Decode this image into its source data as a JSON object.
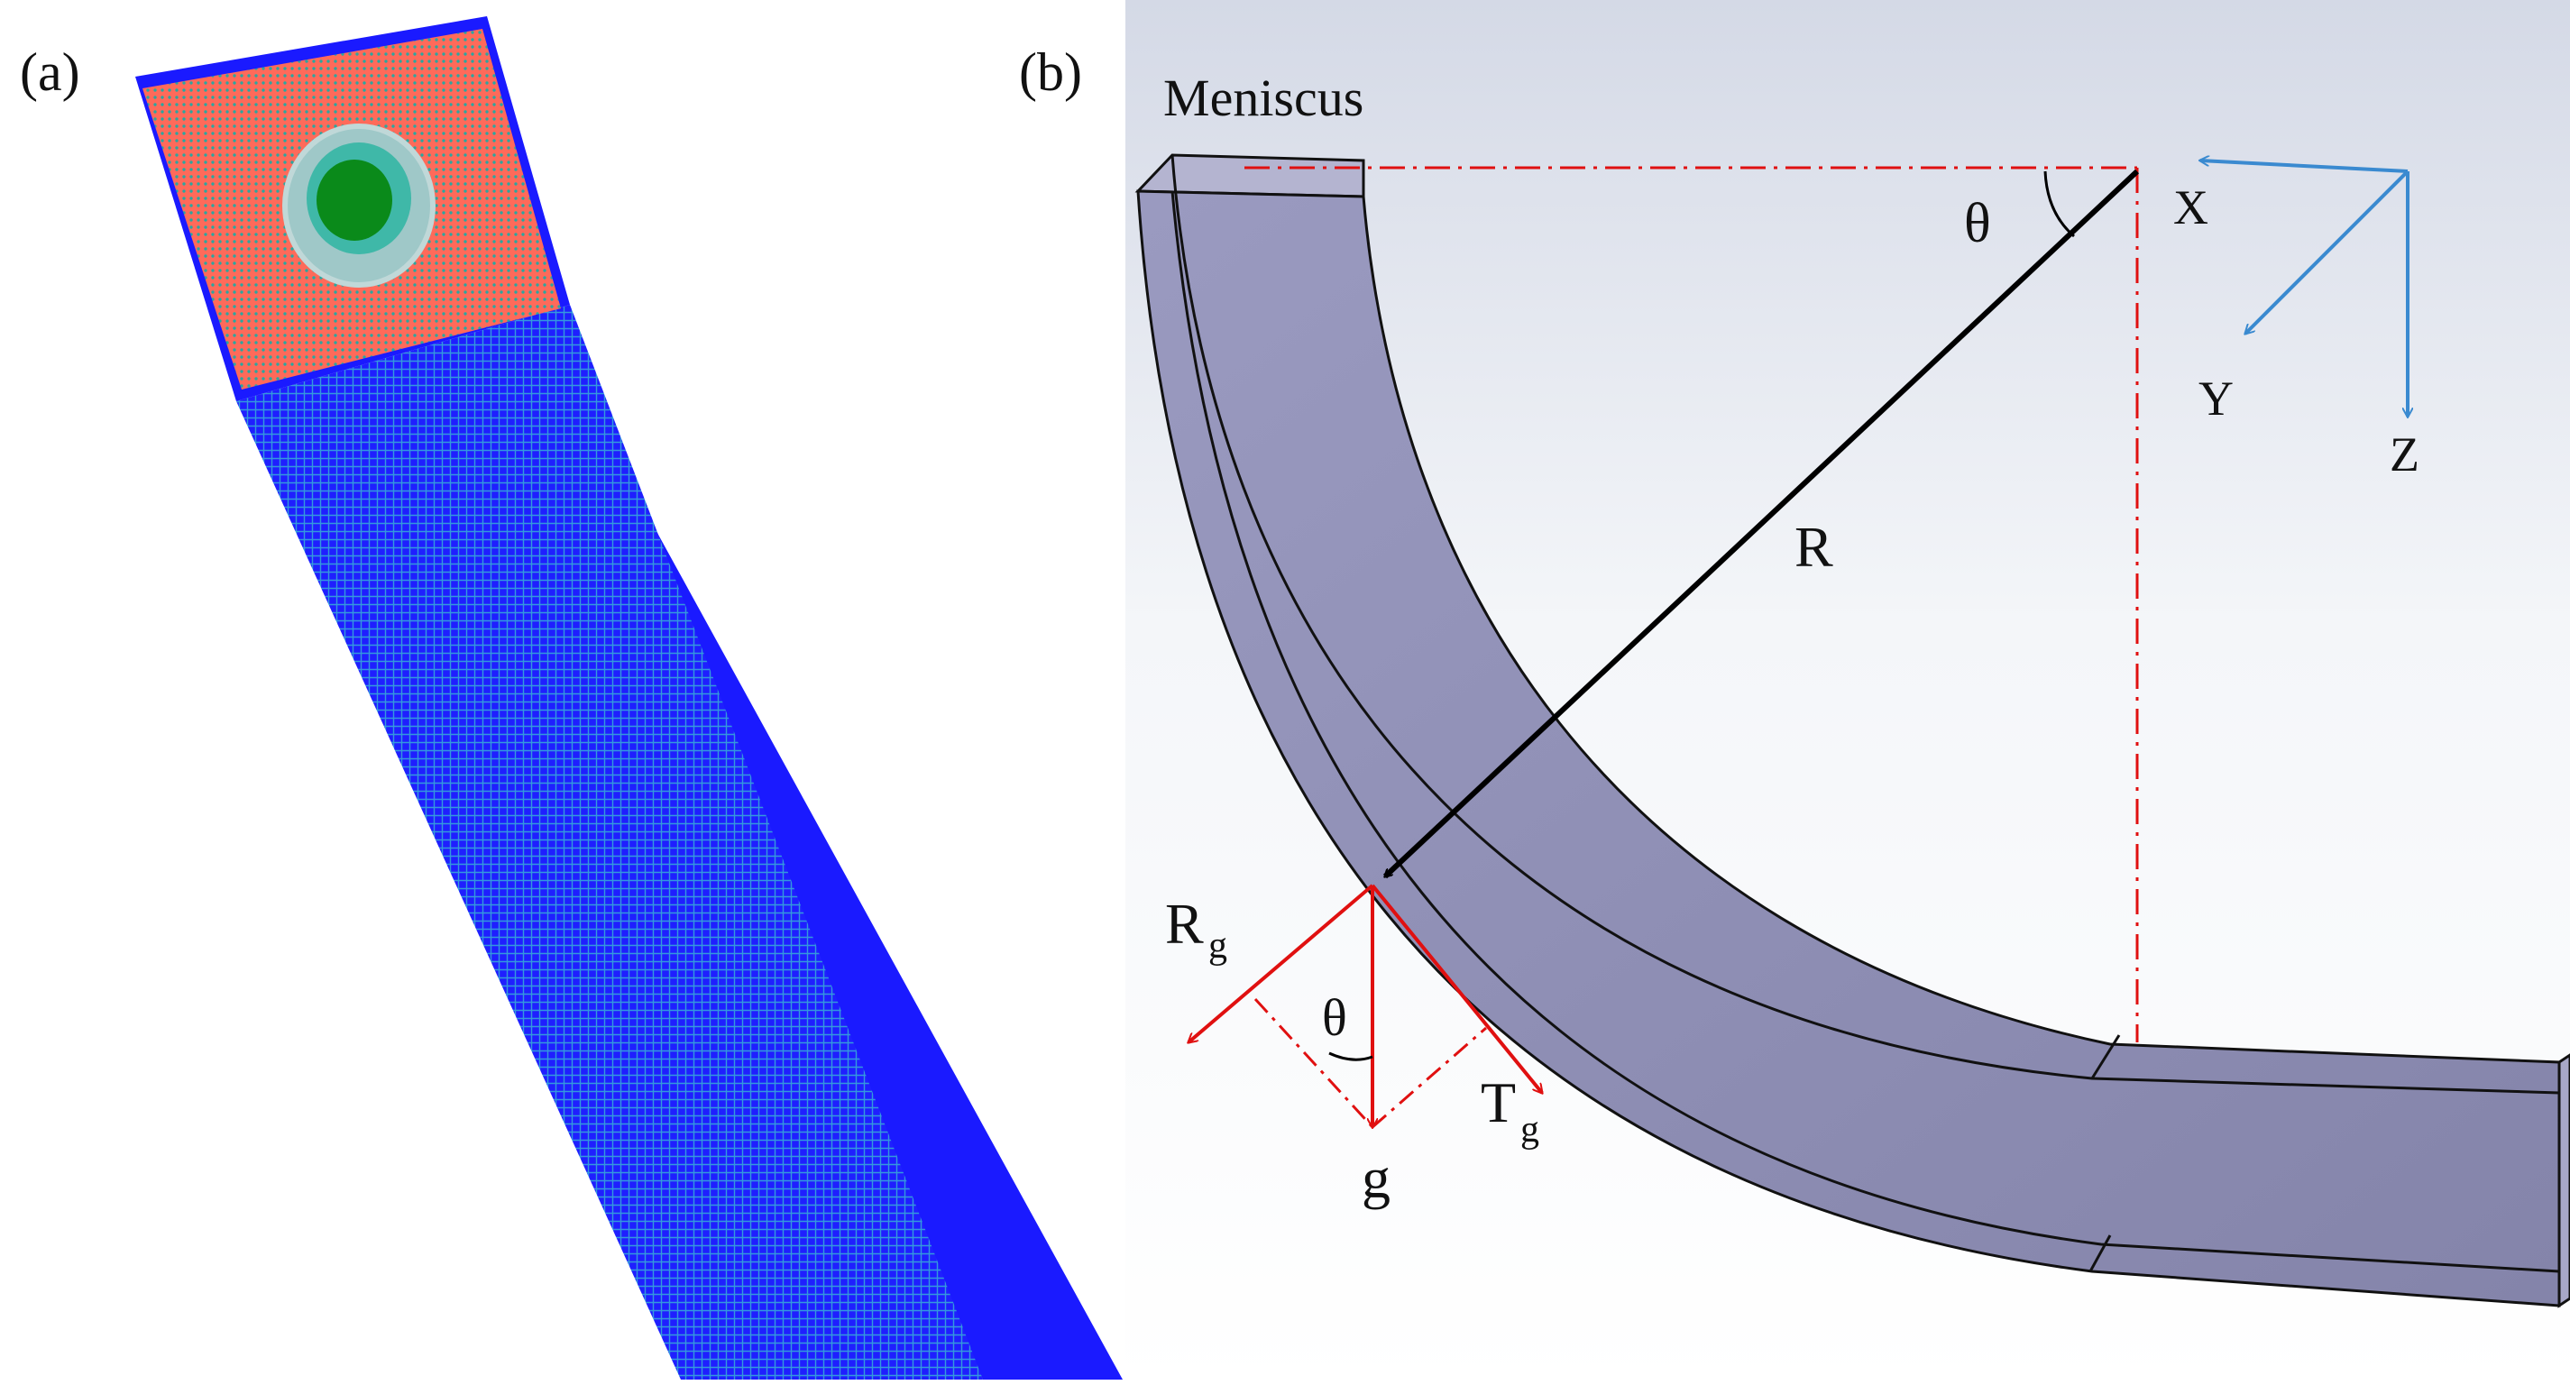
{
  "panel_a": {
    "label": "(a)"
  },
  "panel_b": {
    "label": "(b)",
    "meniscus_label": "Meniscus",
    "radius_label": "R",
    "angle_label": "θ",
    "axes": {
      "x": "X",
      "y": "Y",
      "z": "Z"
    },
    "force_labels": {
      "radial_main": "R",
      "radial_sub": "g",
      "tangential_main": "T",
      "tangential_sub": "g",
      "gravity": "g",
      "angle": "θ"
    }
  },
  "colors": {
    "mesh_blue": "#1a1aff",
    "mesh_face": "#ff6a5a",
    "nozzle_green": "#0a8a1a",
    "strand_fill": "#8f8fb4",
    "construction_red": "#e01010",
    "axis_blue": "#3a8ad0"
  }
}
